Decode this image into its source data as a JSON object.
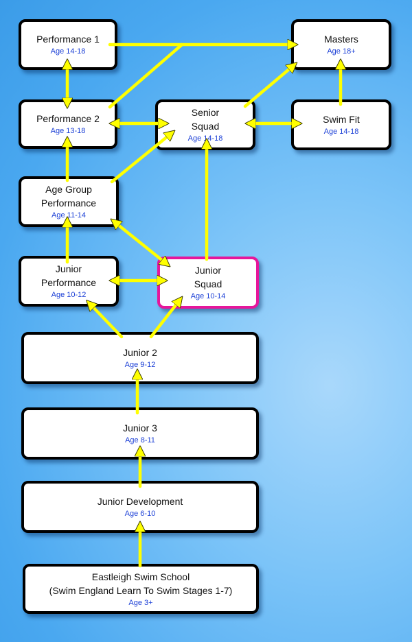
{
  "diagram": {
    "accent_color": "#ffff00",
    "highlight_color": "#e6169b",
    "nodes": {
      "performance_1": {
        "title": "Performance 1",
        "age": "Age 14-18"
      },
      "masters": {
        "title": "Masters",
        "age": "Age 18+"
      },
      "performance_2": {
        "title": "Performance 2",
        "age": "Age 13-18"
      },
      "senior_squad": {
        "title": "Senior\nSquad",
        "age": "Age 14-18"
      },
      "swim_fit": {
        "title": "Swim Fit",
        "age": "Age 14-18"
      },
      "age_group_performance": {
        "title": "Age Group\nPerformance",
        "age": "Age 11-14"
      },
      "junior_performance": {
        "title": "Junior\nPerformance",
        "age": "Age 10-12"
      },
      "junior_squad": {
        "title": "Junior\nSquad",
        "age": "Age 10-14"
      },
      "junior_2": {
        "title": "Junior 2",
        "age": "Age 9-12"
      },
      "junior_3": {
        "title": "Junior 3",
        "age": "Age 8-11"
      },
      "junior_development": {
        "title": "Junior Development",
        "age": "Age 6-10"
      },
      "eastleigh_swim_school": {
        "title": "Eastleigh Swim School\n(Swim England Learn To Swim Stages 1-7)",
        "age": "Age 3+"
      }
    },
    "connections": [
      {
        "from": "performance_1",
        "to": "performance_2",
        "direction": "both"
      },
      {
        "from": "performance_1",
        "to": "masters",
        "direction": "forward"
      },
      {
        "from": "performance_2",
        "to": "masters",
        "direction": "forward"
      },
      {
        "from": "performance_2",
        "to": "senior_squad",
        "direction": "both"
      },
      {
        "from": "senior_squad",
        "to": "swim_fit",
        "direction": "both"
      },
      {
        "from": "senior_squad",
        "to": "masters",
        "direction": "forward"
      },
      {
        "from": "swim_fit",
        "to": "masters",
        "direction": "forward"
      },
      {
        "from": "age_group_performance",
        "to": "performance_2",
        "direction": "forward"
      },
      {
        "from": "age_group_performance",
        "to": "senior_squad",
        "direction": "forward"
      },
      {
        "from": "age_group_performance",
        "to": "junior_squad",
        "direction": "both"
      },
      {
        "from": "junior_performance",
        "to": "age_group_performance",
        "direction": "forward"
      },
      {
        "from": "junior_performance",
        "to": "junior_squad",
        "direction": "both"
      },
      {
        "from": "junior_squad",
        "to": "senior_squad",
        "direction": "forward"
      },
      {
        "from": "junior_2",
        "to": "junior_performance",
        "direction": "forward"
      },
      {
        "from": "junior_2",
        "to": "junior_squad",
        "direction": "forward"
      },
      {
        "from": "junior_3",
        "to": "junior_2",
        "direction": "forward"
      },
      {
        "from": "junior_development",
        "to": "junior_3",
        "direction": "forward"
      },
      {
        "from": "eastleigh_swim_school",
        "to": "junior_development",
        "direction": "forward"
      }
    ]
  }
}
